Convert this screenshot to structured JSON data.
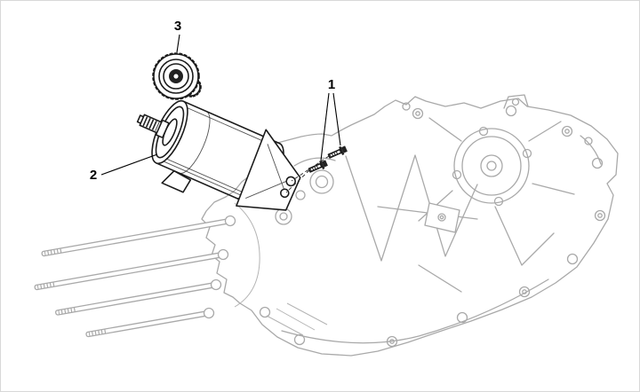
{
  "figure": {
    "type": "exploded-parts-diagram",
    "callouts": [
      {
        "label": "1",
        "target": "starter-motor-mounting-bolts"
      },
      {
        "label": "2",
        "target": "starter-motor"
      },
      {
        "label": "3",
        "target": "starter-drive-gear-assembly"
      }
    ],
    "colors": {
      "background": "#ffffff",
      "context_lines": "#a9a9a9",
      "highlight_lines": "#1b1b1b",
      "label_text": "#000000"
    }
  }
}
